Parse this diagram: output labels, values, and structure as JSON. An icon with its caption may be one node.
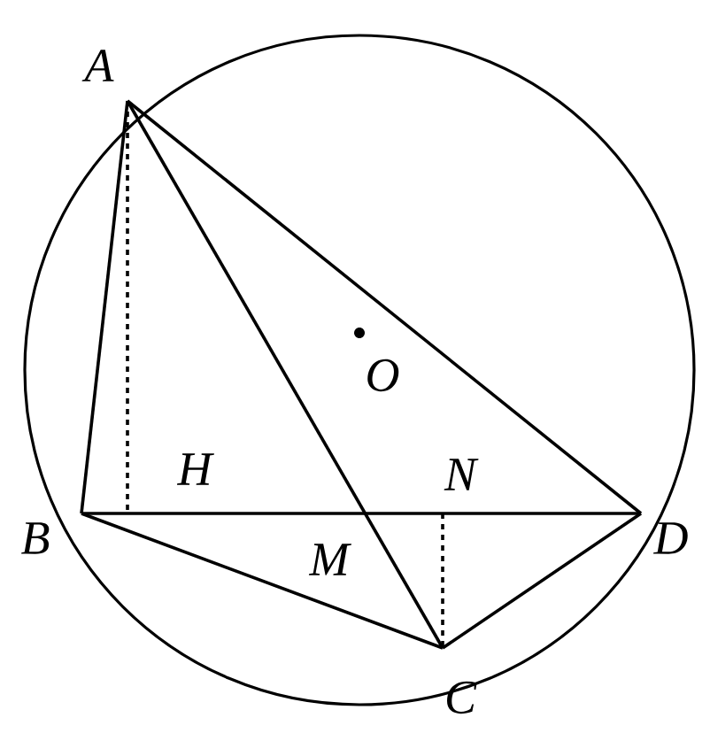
{
  "diagram": {
    "nodes": [
      {
        "text": [
          "A"
        ]
      },
      {
        "text": [
          "B"
        ]
      },
      {
        "text": [
          "C"
        ]
      },
      {
        "text": [
          "D"
        ]
      },
      {
        "text": [
          "O"
        ]
      },
      {
        "text": [
          "H"
        ]
      },
      {
        "text": [
          "M"
        ]
      },
      {
        "text": [
          "N"
        ]
      }
    ],
    "edges": [
      {
        "from": 0,
        "to": 1,
        "arrow": "none"
      },
      {
        "from": 0,
        "to": 2,
        "arrow": "none"
      },
      {
        "from": 0,
        "to": 3,
        "arrow": "none"
      },
      {
        "from": 1,
        "to": 3,
        "arrow": "none"
      },
      {
        "from": 1,
        "to": 2,
        "arrow": "none"
      },
      {
        "from": 2,
        "to": 3,
        "arrow": "none"
      },
      {
        "from": 0,
        "to": 5,
        "arrow": "none",
        "style": "dashed"
      },
      {
        "from": 7,
        "to": 2,
        "arrow": "none",
        "style": "dashed"
      }
    ]
  }
}
